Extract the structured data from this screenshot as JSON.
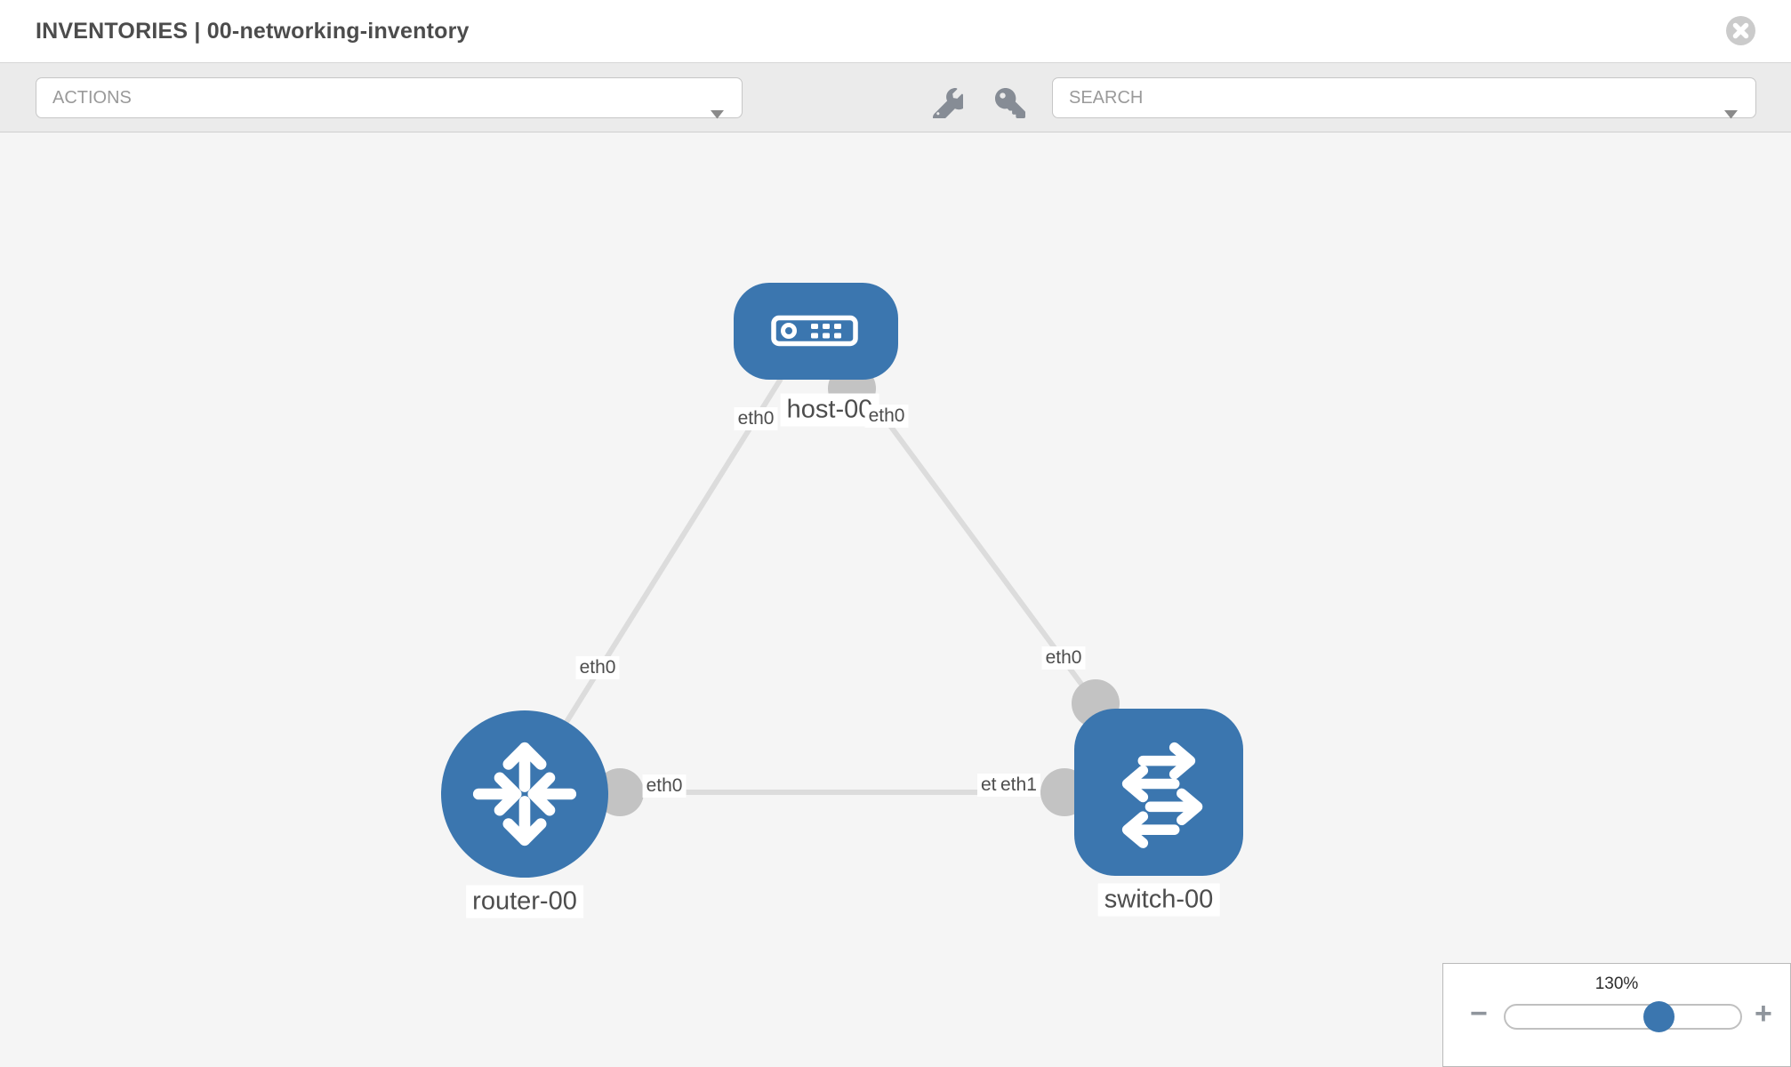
{
  "header": {
    "title": "INVENTORIES | 00-networking-inventory"
  },
  "toolbar": {
    "actions_label": "ACTIONS",
    "search_placeholder": "SEARCH"
  },
  "icons": {
    "close": "x-circle-icon",
    "wrench": "wrench-icon",
    "key": "key-icon",
    "caret": "chevron-down-icon"
  },
  "colors": {
    "node_blue": "#3b76af",
    "edge_gray": "#dcdcdc",
    "connector_gray": "#c3c3c3",
    "label_text": "#4d4d4d",
    "toolbar_bg": "#ebebeb",
    "canvas_bg": "#f5f5f5"
  },
  "graph": {
    "nodes": [
      {
        "id": "host-00",
        "type": "host",
        "label": "host-00"
      },
      {
        "id": "router-00",
        "type": "router",
        "label": "router-00"
      },
      {
        "id": "switch-00",
        "type": "switch",
        "label": "switch-00"
      }
    ],
    "edges": [
      {
        "from": "host-00",
        "to": "router-00"
      },
      {
        "from": "host-00",
        "to": "switch-00"
      },
      {
        "from": "router-00",
        "to": "switch-00"
      }
    ],
    "interface_labels": [
      {
        "text": "eth0"
      },
      {
        "text": "eth0"
      },
      {
        "text": "eth0"
      },
      {
        "text": "eth0"
      },
      {
        "text": "eth0"
      },
      {
        "text": "eth0"
      },
      {
        "text": "eth1"
      }
    ]
  },
  "zoom_control": {
    "level": "130%",
    "minus": "−",
    "plus": "+"
  }
}
